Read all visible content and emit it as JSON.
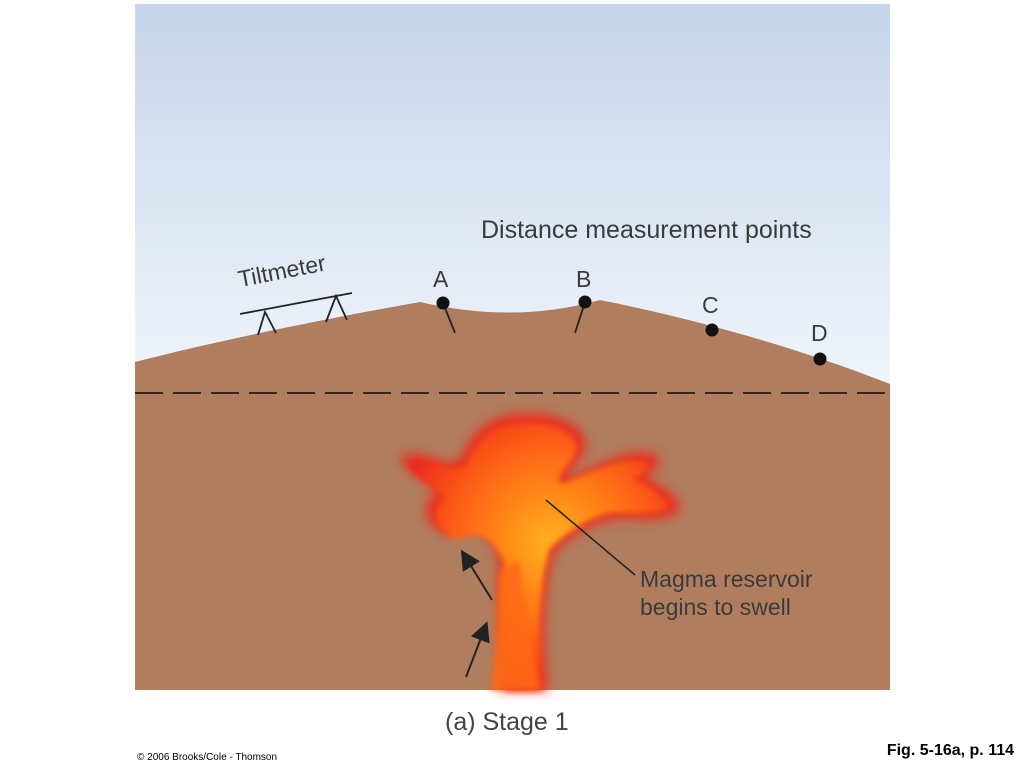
{
  "labels": {
    "title": "Distance measurement points",
    "point_a": "A",
    "point_b": "B",
    "point_c": "C",
    "point_d": "D",
    "tiltmeter": "Tiltmeter",
    "magma_line1": "Magma reservoir",
    "magma_line2": "begins to swell"
  },
  "caption": "(a) Stage 1",
  "copyright": "© 2006 Brooks/Cole - Thomson",
  "figure_ref": "Fig. 5-16a, p. 114",
  "colors": {
    "sky_top": "#c6d5ea",
    "sky_bottom": "#f2f6fb",
    "ground": "#b07e5f",
    "magma_core": "#ffb21e",
    "magma_mid": "#ff6a14",
    "magma_edge": "#ee2a1c"
  }
}
